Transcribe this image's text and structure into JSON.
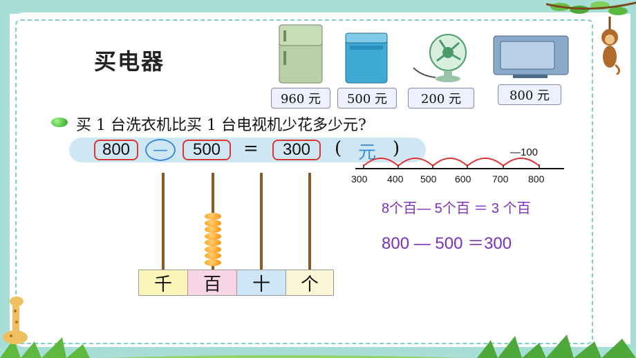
{
  "slide": {
    "title": "买电器",
    "prices": [
      "960 元",
      "500 元",
      "200 元",
      "800 元"
    ],
    "question": "买 1 台洗衣机比买 1 台电视机少花多少元?",
    "equation": {
      "a": "800",
      "op": "—",
      "b": "500",
      "eq": "=",
      "result": "300",
      "unit_open": "(",
      "unit": "元",
      "unit_close": ")"
    },
    "abacus": {
      "labels": [
        "千",
        "百",
        "十",
        "个"
      ],
      "beads_in_hundreds": 8
    },
    "number_line": {
      "step_label": "—100",
      "ticks": [
        "300",
        "400",
        "500",
        "600",
        "700",
        "800"
      ]
    },
    "explanation": {
      "line1": "8个百—   5个百 ＝ 3 个百",
      "line2": "800 —   500   ＝300"
    }
  }
}
